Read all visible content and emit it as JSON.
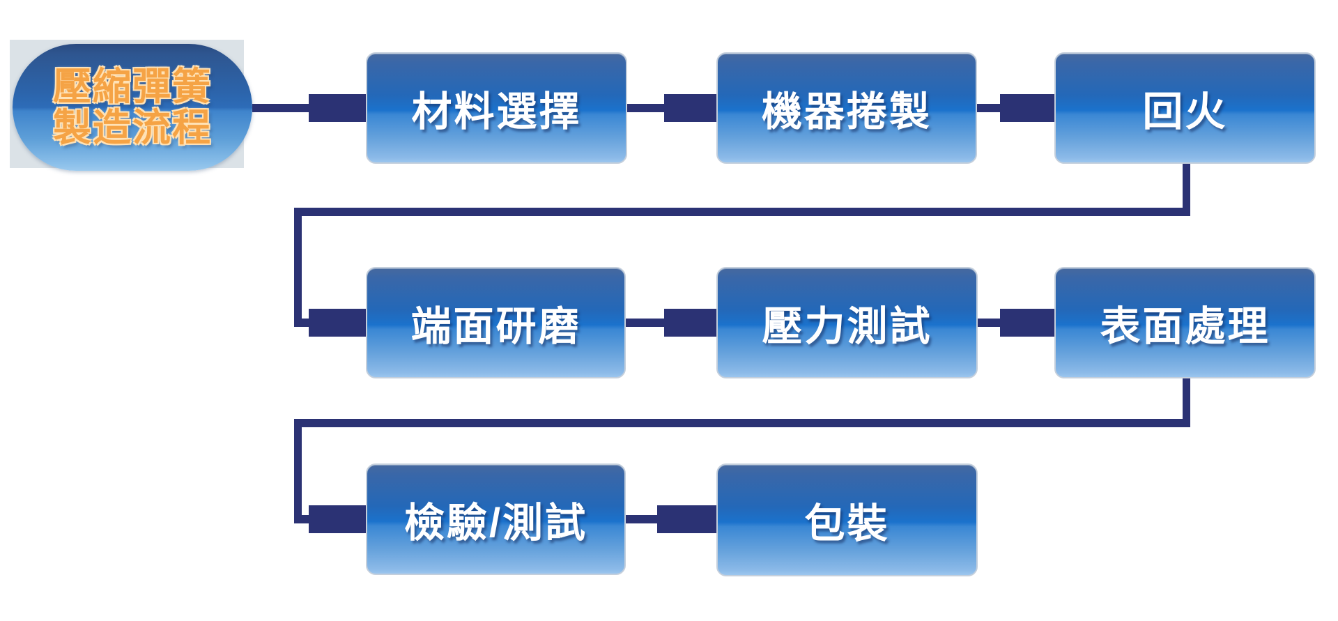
{
  "title": {
    "line1": "壓縮彈簧",
    "line2": "製造流程"
  },
  "nodes": [
    {
      "id": "material-selection",
      "label": "材料選擇"
    },
    {
      "id": "machine-coiling",
      "label": "機器捲製"
    },
    {
      "id": "tempering",
      "label": "回火"
    },
    {
      "id": "end-face-grinding",
      "label": "端面研磨"
    },
    {
      "id": "pressure-testing",
      "label": "壓力測試"
    },
    {
      "id": "surface-treatment",
      "label": "表面處理"
    },
    {
      "id": "inspection-testing",
      "label": "檢驗/測試"
    },
    {
      "id": "packaging",
      "label": "包裝"
    }
  ],
  "flow_order": [
    "壓縮彈簧製造流程",
    "材料選擇",
    "機器捲製",
    "回火",
    "端面研磨",
    "壓力測試",
    "表面處理",
    "檢驗/測試",
    "包裝"
  ],
  "colors": {
    "connector_navy": "#2b3274",
    "box_gradient_top": "#47699e",
    "box_gradient_mid": "#1b72cc",
    "box_gradient_bottom": "#9cc6ee",
    "box_text": "#ffffff",
    "title_text_orange": "#f5a345",
    "title_backing_gray": "#dbe2e7",
    "background": "#ffffff"
  }
}
